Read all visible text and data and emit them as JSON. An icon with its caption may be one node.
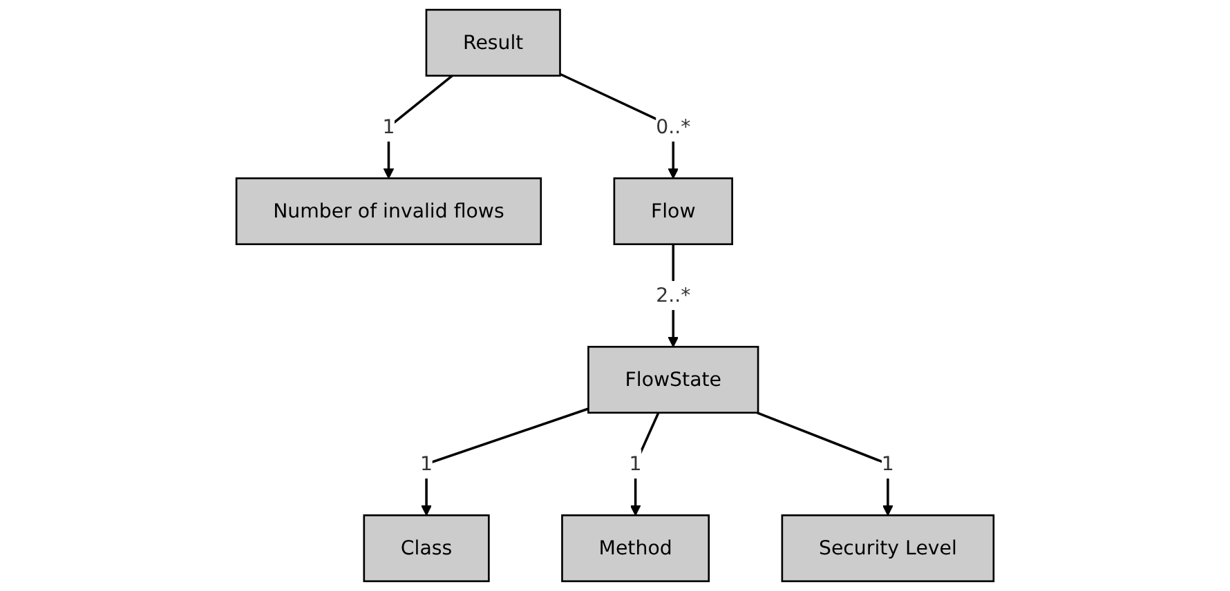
{
  "diagram": {
    "nodes": [
      {
        "text": [
          "Result"
        ]
      },
      {
        "text": [
          "Number of invalid flows"
        ]
      },
      {
        "text": [
          "Flow"
        ]
      },
      {
        "text": [
          "FlowState"
        ]
      },
      {
        "text": [
          "Class"
        ]
      },
      {
        "text": [
          "Method"
        ]
      },
      {
        "text": [
          "Security Level"
        ]
      }
    ],
    "edges": [
      {
        "from": 0,
        "to": 1,
        "arrow": "to",
        "label": "1"
      },
      {
        "from": 0,
        "to": 2,
        "arrow": "to",
        "label": "0..*"
      },
      {
        "from": 2,
        "to": 3,
        "arrow": "to",
        "label": "2..*"
      },
      {
        "from": 3,
        "to": 4,
        "arrow": "to",
        "label": "1"
      },
      {
        "from": 3,
        "to": 5,
        "arrow": "to",
        "label": "1"
      },
      {
        "from": 3,
        "to": 6,
        "arrow": "to",
        "label": "1"
      }
    ]
  }
}
